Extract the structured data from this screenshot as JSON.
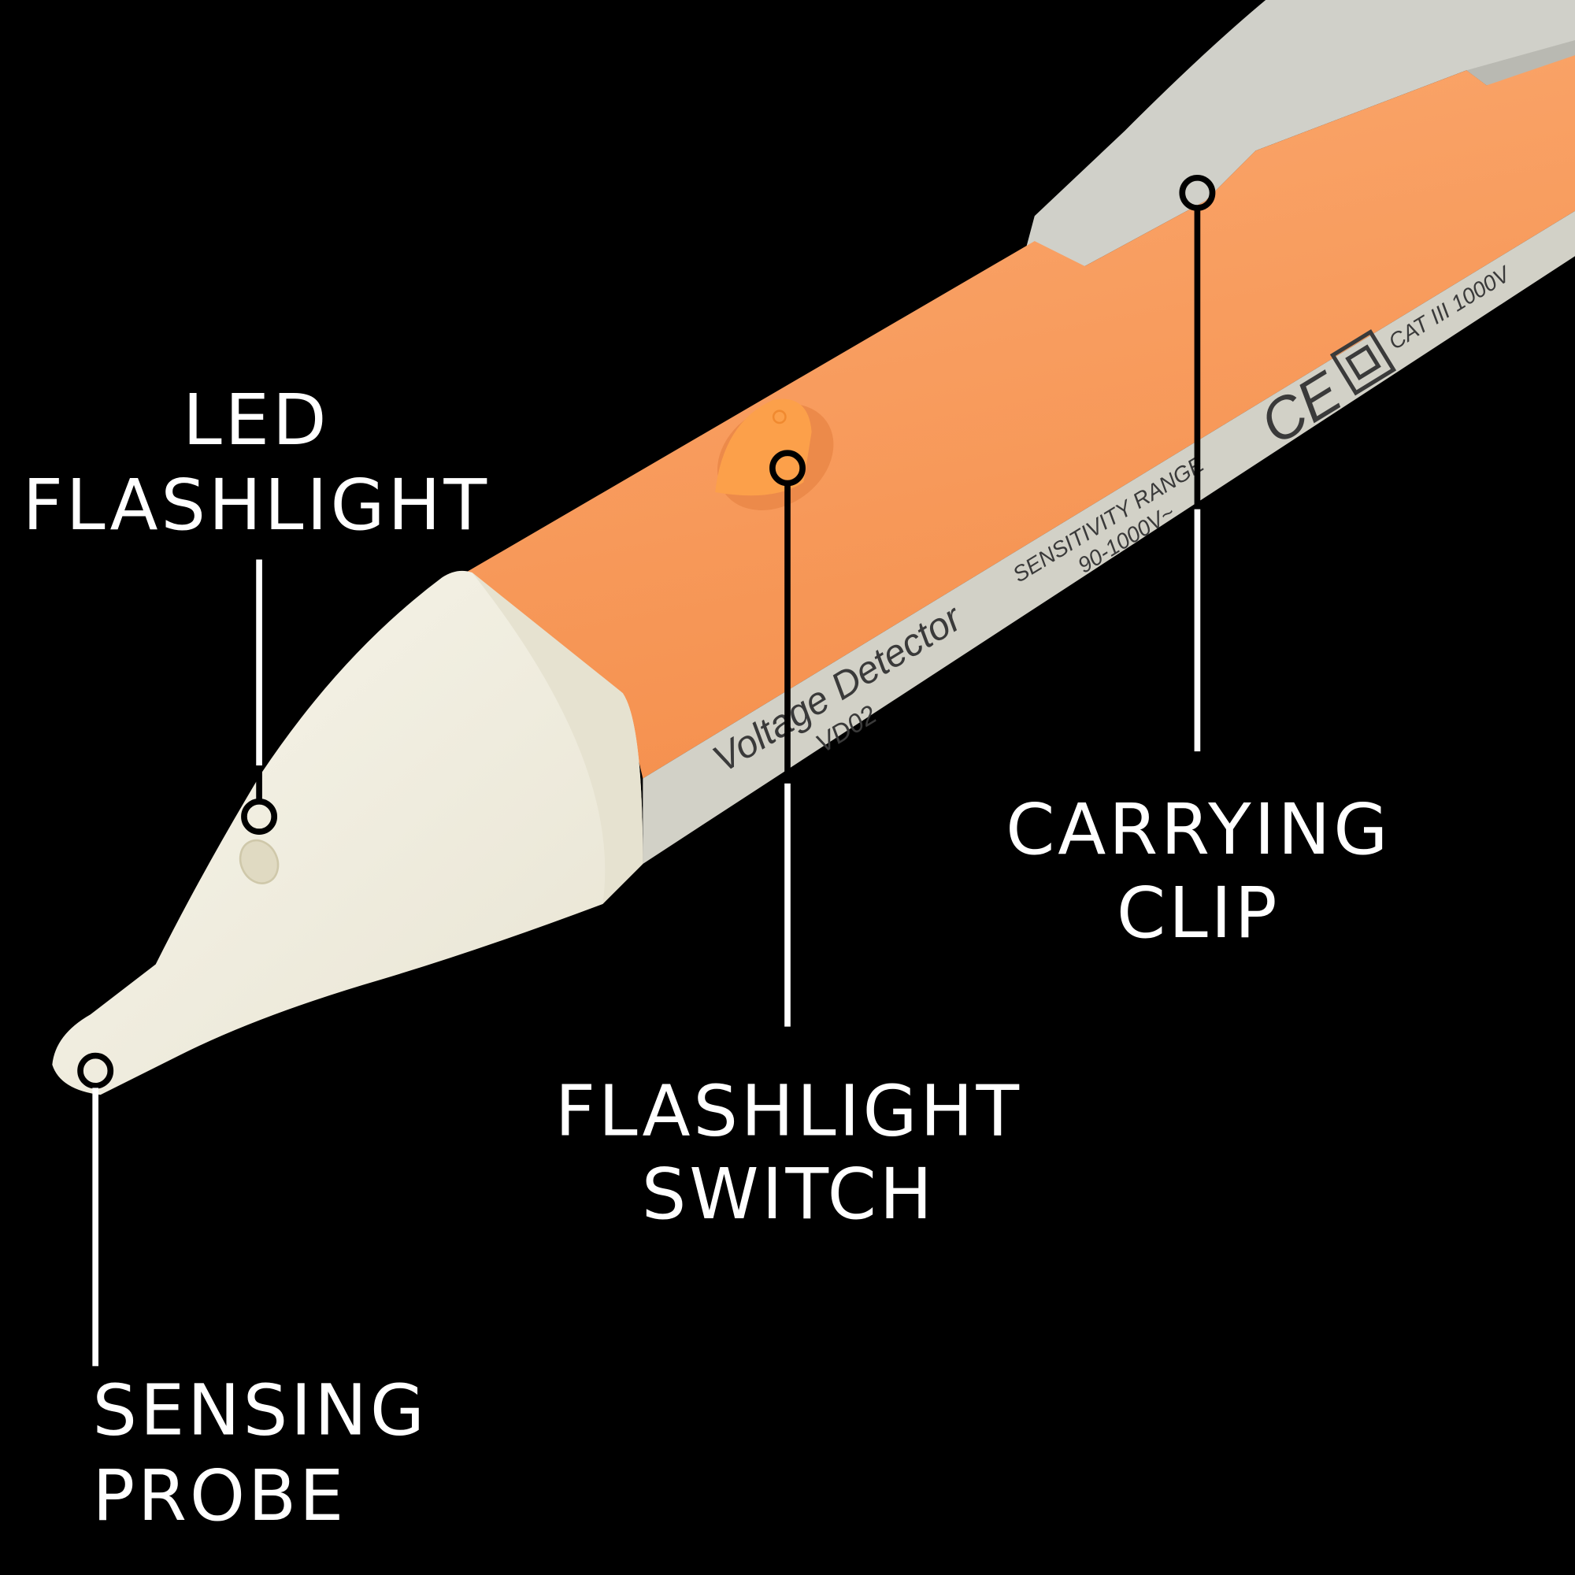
{
  "product": {
    "brand_text": "Voltage Detector",
    "model": "VD02",
    "range_label": "SENSITIVITY RANGE",
    "range_value": "90-1000V~",
    "ce_mark": "CE",
    "category": "CAT III 1000V"
  },
  "callouts": [
    {
      "id": "led-flashlight",
      "line1": "LED",
      "line2": "FLASHLIGHT"
    },
    {
      "id": "sensing-probe",
      "line1": "SENSING",
      "line2": "PROBE"
    },
    {
      "id": "flashlight-switch",
      "line1": "FLASHLIGHT",
      "line2": "SWITCH"
    },
    {
      "id": "carrying-clip",
      "line1": "CARRYING",
      "line2": "CLIP"
    }
  ],
  "colors": {
    "background": "#000000",
    "body": "#f99a5c",
    "tip": "#f2efe3",
    "clip": "#cfcfc8",
    "text": "#ffffff"
  }
}
